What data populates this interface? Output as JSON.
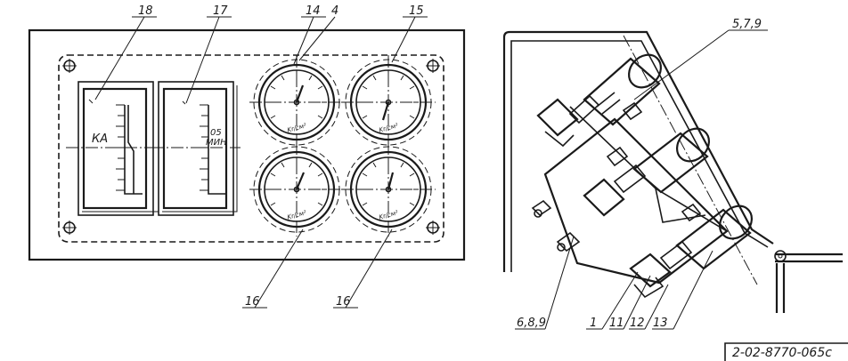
{
  "callouts": {
    "c18": "18",
    "c17": "17",
    "c14": "14",
    "c4": "4",
    "c15": "15",
    "c16a": "16",
    "c16b": "16",
    "c579": "5,7,9",
    "c689": "6,8,9",
    "c1": "1",
    "c11": "11",
    "c12": "12",
    "c13": "13"
  },
  "meters": {
    "ammeter_unit": "КА",
    "tachometer_scale": "05",
    "tachometer_unit": "МИН"
  },
  "gauges": {
    "unit": "Kr/cм²"
  },
  "drawing_code": "2-02-8770-065c",
  "colors": {
    "ink": "#1a1a1a",
    "paper": "#ffffff"
  }
}
